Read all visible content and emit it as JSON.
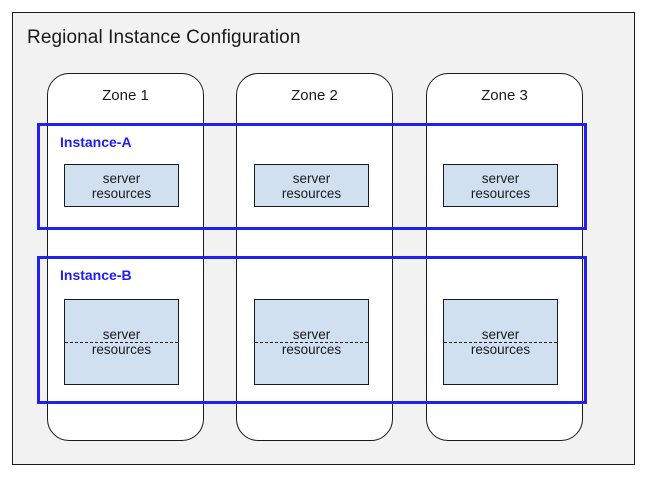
{
  "diagram": {
    "title": "Regional Instance Configuration",
    "panel_bg": "#f2f2f2",
    "panel_border": "#1a1a1a",
    "accent_blue": "#2020ef",
    "server_box_fill": "#d0e0f0",
    "zones": [
      {
        "label": "Zone 1"
      },
      {
        "label": "Zone 2"
      },
      {
        "label": "Zone 3"
      }
    ],
    "instances": [
      {
        "label": "Instance-A",
        "resources": [
          {
            "line1": "server",
            "line2": "resources",
            "divided": false
          },
          {
            "line1": "server",
            "line2": "resources",
            "divided": false
          },
          {
            "line1": "server",
            "line2": "resources",
            "divided": false
          }
        ]
      },
      {
        "label": "Instance-B",
        "resources": [
          {
            "line1": "server",
            "line2": "resources",
            "divided": true
          },
          {
            "line1": "server",
            "line2": "resources",
            "divided": true
          },
          {
            "line1": "server",
            "line2": "resources",
            "divided": true
          }
        ]
      }
    ]
  }
}
